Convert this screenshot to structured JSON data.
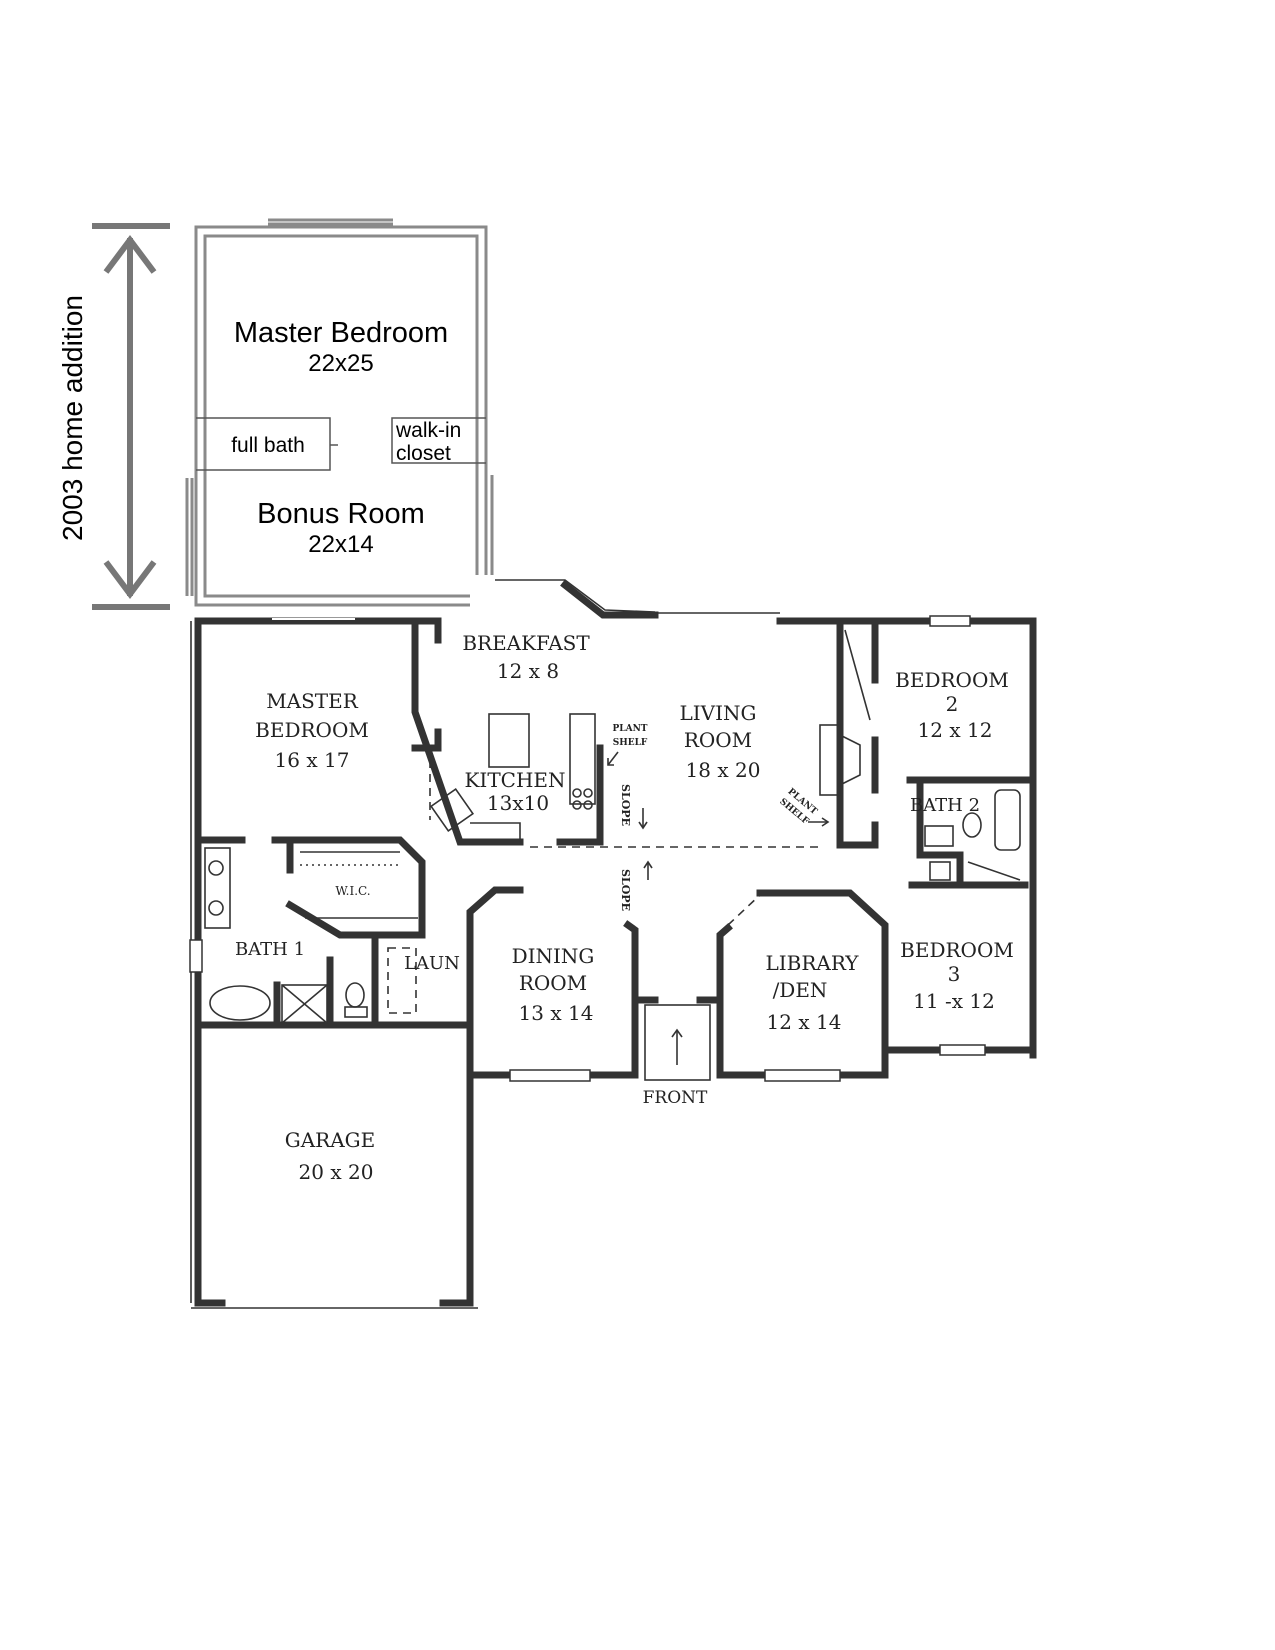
{
  "addition": {
    "label": "2003 home addition",
    "arrow_color": "#777777",
    "master_bedroom": {
      "name": "Master Bedroom",
      "size": "22x25"
    },
    "full_bath": "full bath",
    "walk_in_closet": [
      "walk-in",
      "closet"
    ],
    "bonus_room": {
      "name": "Bonus Room",
      "size": "22x14"
    }
  },
  "rooms": {
    "master_bedroom": {
      "name": [
        "MASTER",
        "BEDROOM"
      ],
      "size": "16 x 17"
    },
    "breakfast": {
      "name": "BREAKFAST",
      "size": "12 x 8"
    },
    "kitchen": {
      "name": "KITCHEN",
      "size": "13x10"
    },
    "living_room": {
      "name": [
        "LIVING",
        "ROOM"
      ],
      "size": "18 x 20"
    },
    "bedroom2": {
      "name": [
        "BEDROOM",
        "2"
      ],
      "size": "12 x 12"
    },
    "bath2": {
      "name": "BATH 2"
    },
    "wic": {
      "name": "W.I.C."
    },
    "bath1": {
      "name": "BATH 1"
    },
    "laundry": {
      "name": "LAUN"
    },
    "dining_room": {
      "name": [
        "DINING",
        "ROOM"
      ],
      "size": "13 x 14"
    },
    "library": {
      "name": [
        "LIBRARY",
        "/DEN"
      ],
      "size": "12 x 14"
    },
    "bedroom3": {
      "name": [
        "BEDROOM",
        "3"
      ],
      "size": "11 -x 12"
    },
    "garage": {
      "name": "GARAGE",
      "size": "20 x 20"
    }
  },
  "annotations": {
    "plant_shelf": [
      "PLANT",
      "SHELF"
    ],
    "slope": "SLOPE",
    "front": "FRONT"
  }
}
